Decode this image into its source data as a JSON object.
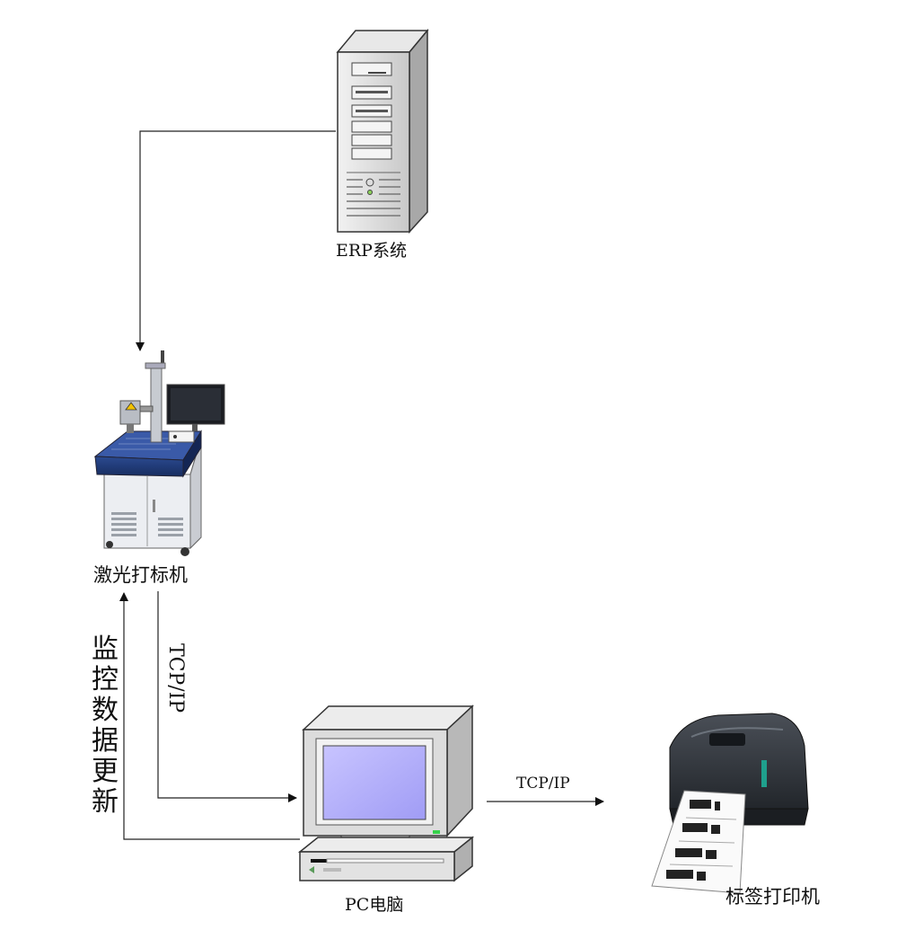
{
  "nodes": {
    "erp": {
      "label": "ERP系统"
    },
    "laser": {
      "label": "激光打标机"
    },
    "pc": {
      "label": "PC电脑"
    },
    "printer": {
      "label": "标签打印机"
    }
  },
  "edges": {
    "laser_to_pc": {
      "label": "TCP/IP"
    },
    "pc_to_printer": {
      "label": "TCP/IP"
    },
    "pc_to_laser": {
      "label": "监控数据更新"
    }
  },
  "colors": {
    "line": "#222222",
    "screen": "#b4b0ff",
    "case": "#d8d8d8",
    "laser_table": "#1f3a78",
    "printer_body": "#2e3238"
  }
}
